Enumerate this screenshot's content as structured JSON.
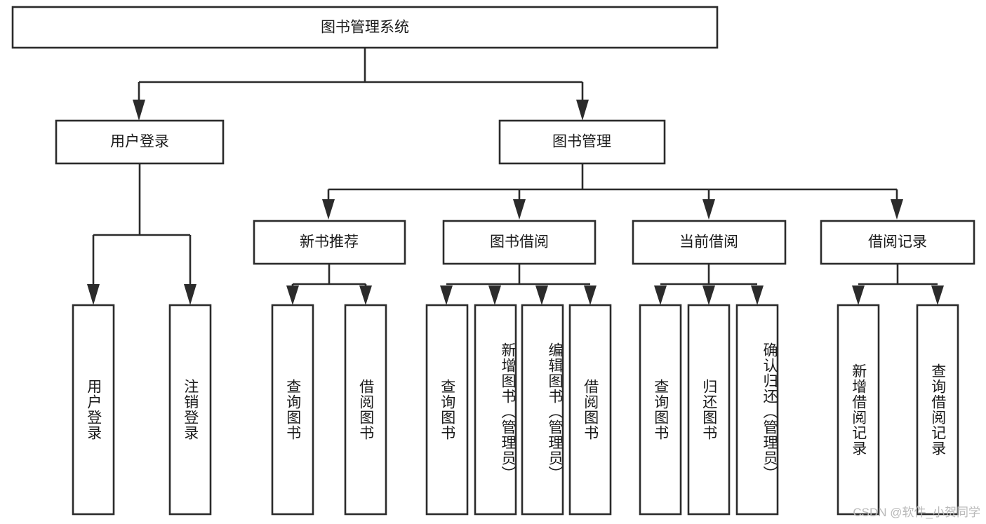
{
  "diagram": {
    "type": "tree-hierarchy-chart",
    "title": "图书管理系统",
    "watermark": "CSDN @软件_小贺同学",
    "colors": {
      "stroke": "#2b2b2b",
      "fill": "#ffffff",
      "text": "#1a1a1a",
      "watermark": "#b9b9b9"
    },
    "levels": {
      "root": {
        "label": "图书管理系统"
      },
      "level2": [
        {
          "id": "user-login",
          "label": "用户登录"
        },
        {
          "id": "book-management",
          "label": "图书管理"
        }
      ],
      "level3": [
        {
          "id": "new-book-recommend",
          "label": "新书推荐",
          "parent": "book-management"
        },
        {
          "id": "book-borrow",
          "label": "图书借阅",
          "parent": "book-management"
        },
        {
          "id": "current-borrow",
          "label": "当前借阅",
          "parent": "book-management"
        },
        {
          "id": "borrow-record",
          "label": "借阅记录",
          "parent": "book-management"
        }
      ],
      "leaves": [
        {
          "id": "leaf-user-login",
          "label": "用户登录",
          "parent": "user-login"
        },
        {
          "id": "leaf-logout-login",
          "label": "注销登录",
          "parent": "user-login"
        },
        {
          "id": "leaf-query-book-1",
          "label": "查询图书",
          "parent": "new-book-recommend"
        },
        {
          "id": "leaf-borrow-book-1",
          "label": "借阅图书",
          "parent": "new-book-recommend"
        },
        {
          "id": "leaf-query-book-2",
          "label": "查询图书",
          "parent": "book-borrow"
        },
        {
          "id": "leaf-add-book",
          "label": "新增图书（管理员）",
          "parent": "book-borrow"
        },
        {
          "id": "leaf-edit-book",
          "label": "编辑图书（管理员）",
          "parent": "book-borrow"
        },
        {
          "id": "leaf-borrow-book-2",
          "label": "借阅图书",
          "parent": "book-borrow"
        },
        {
          "id": "leaf-query-book-3",
          "label": "查询图书",
          "parent": "current-borrow"
        },
        {
          "id": "leaf-return-book",
          "label": "归还图书",
          "parent": "current-borrow"
        },
        {
          "id": "leaf-confirm-return",
          "label": "确认归还（管理员）",
          "parent": "current-borrow"
        },
        {
          "id": "leaf-add-record",
          "label": "新增借阅记录",
          "parent": "borrow-record"
        },
        {
          "id": "leaf-query-record",
          "label": "查询借阅记录",
          "parent": "borrow-record"
        }
      ]
    }
  }
}
